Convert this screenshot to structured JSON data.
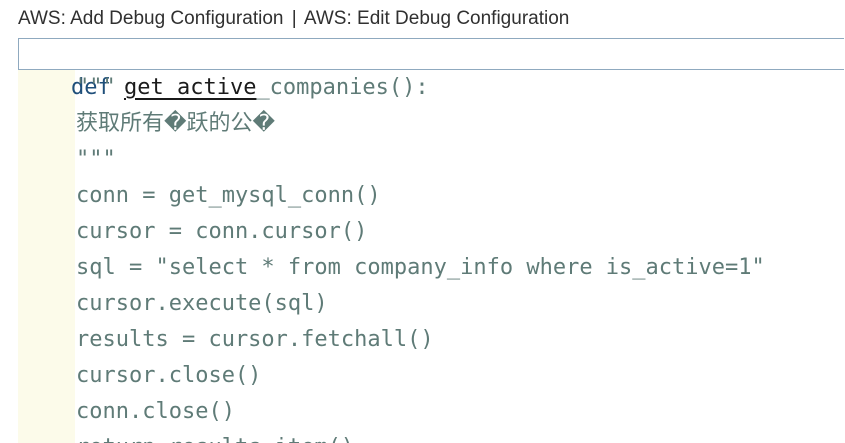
{
  "codelens": {
    "add_debug": "AWS: Add Debug Configuration",
    "separator": "|",
    "edit_debug": "AWS: Edit Debug Configuration"
  },
  "code": {
    "def_kw": "def",
    "fn_underlined": "get_active",
    "fn_rest": "_companies():",
    "lines": [
      "\"\"\"",
      "获取所有�跃的公�",
      "\"\"\"",
      "conn = get_mysql_conn()",
      "cursor = conn.cursor()",
      "sql = \"select * from company_info where is_active=1\"",
      "cursor.execute(sql)",
      "results = cursor.fetchall()",
      "cursor.close()",
      "conn.close()",
      "return results.item()"
    ]
  }
}
